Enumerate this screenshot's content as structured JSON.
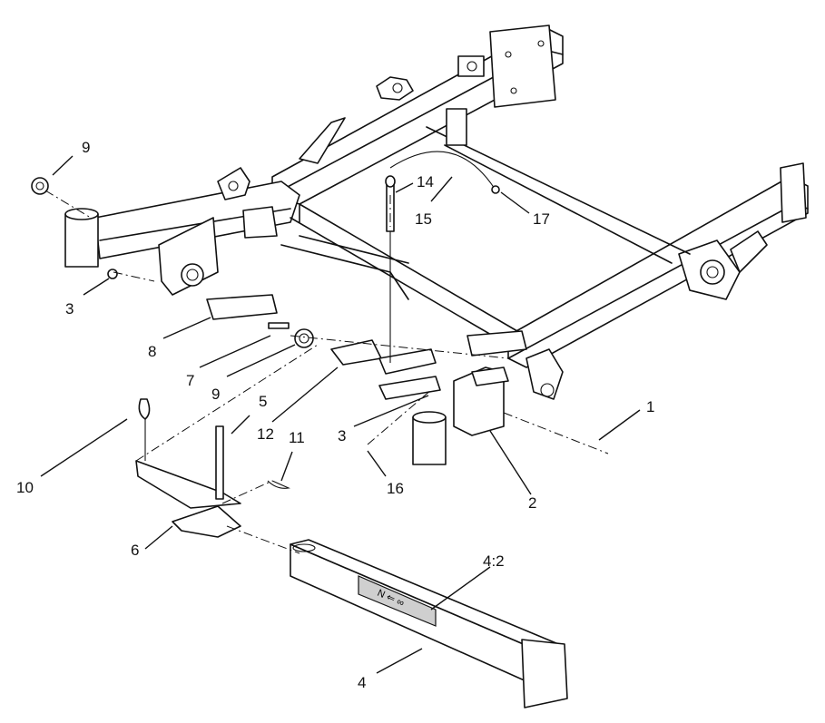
{
  "diagram": {
    "callouts": [
      {
        "id": "c9a",
        "label": "9"
      },
      {
        "id": "c14",
        "label": "14"
      },
      {
        "id": "c15",
        "label": "15"
      },
      {
        "id": "c17",
        "label": "17"
      },
      {
        "id": "c3a",
        "label": "3"
      },
      {
        "id": "c8",
        "label": "8"
      },
      {
        "id": "c7",
        "label": "7"
      },
      {
        "id": "c9b",
        "label": "9"
      },
      {
        "id": "c5",
        "label": "5"
      },
      {
        "id": "c12",
        "label": "12"
      },
      {
        "id": "c11",
        "label": "11"
      },
      {
        "id": "c3b",
        "label": "3"
      },
      {
        "id": "c1",
        "label": "1"
      },
      {
        "id": "c10",
        "label": "10"
      },
      {
        "id": "c16",
        "label": "16"
      },
      {
        "id": "c2",
        "label": "2"
      },
      {
        "id": "c6",
        "label": "6"
      },
      {
        "id": "c4_2",
        "label": "4:2"
      },
      {
        "id": "c4",
        "label": "4"
      }
    ],
    "decal_text": "N ⇐ ∞"
  }
}
